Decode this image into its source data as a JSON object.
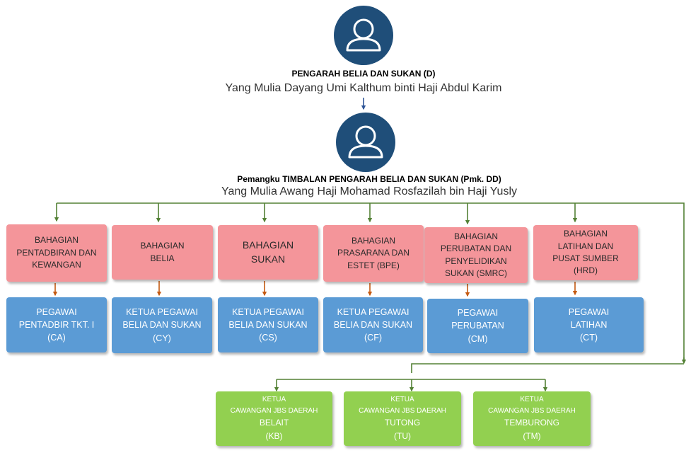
{
  "director": {
    "title": "PENGARAH BELIA DAN SUKAN (D)",
    "name": "Yang Mulia Dayang Umi Kalthum binti Haji Abdul Karim"
  },
  "deputy": {
    "title": "Pemangku TIMBALAN PENGARAH BELIA DAN SUKAN (Pmk. DD)",
    "name": "Yang Mulia Awang Haji Mohamad Rosfazilah bin Haji Yusly"
  },
  "divisions": [
    {
      "lines": [
        "BAHAGIAN",
        "PENTADBIRAN DAN",
        "KEWANGAN"
      ]
    },
    {
      "lines": [
        "BAHAGIAN",
        "BELIA"
      ]
    },
    {
      "lines": [
        "BAHAGIAN",
        "SUKAN"
      ]
    },
    {
      "lines": [
        "BAHAGIAN",
        "PRASARANA DAN",
        "ESTET (BPE)"
      ]
    },
    {
      "lines": [
        "BAHAGIAN",
        "PERUBATAN DAN",
        "PENYELIDIKAN",
        "SUKAN (SMRC)"
      ]
    },
    {
      "lines": [
        "BAHAGIAN",
        "LATIHAN DAN",
        "PUSAT SUMBER",
        "(HRD)"
      ]
    }
  ],
  "officers": [
    {
      "lines": [
        "PEGAWAI",
        "PENTADBIR TKT. I",
        "(CA)"
      ]
    },
    {
      "lines": [
        "KETUA PEGAWAI",
        "BELIA DAN SUKAN",
        "(CY)"
      ]
    },
    {
      "lines": [
        "KETUA PEGAWAI",
        "BELIA DAN SUKAN",
        "(CS)"
      ]
    },
    {
      "lines": [
        "KETUA PEGAWAI",
        "BELIA DAN SUKAN",
        "(CF)"
      ]
    },
    {
      "lines": [
        "PEGAWAI",
        "PERUBATAN",
        "(CM)"
      ]
    },
    {
      "lines": [
        "PEGAWAI",
        "LATIHAN",
        "(CT)"
      ]
    }
  ],
  "branches": [
    {
      "lines": [
        "KETUA",
        "CAWANGAN JBS DAERAH",
        "BELAIT",
        "(KB)"
      ]
    },
    {
      "lines": [
        "KETUA",
        "CAWANGAN JBS DAERAH",
        "TUTONG",
        "(TU)"
      ]
    },
    {
      "lines": [
        "KETUA",
        "CAWANGAN JBS DAERAH",
        "TEMBURONG",
        "(TM)"
      ]
    }
  ],
  "colors": {
    "avatar": "#1F4E79",
    "division_box": "#F4959A",
    "officer_box": "#5B9BD5",
    "branch_box": "#92D050",
    "connector_green": "#538135",
    "connector_orange": "#C55A11",
    "connector_blue": "#2E5597"
  },
  "icons": [
    "person-avatar-icon",
    "person-avatar-icon"
  ]
}
